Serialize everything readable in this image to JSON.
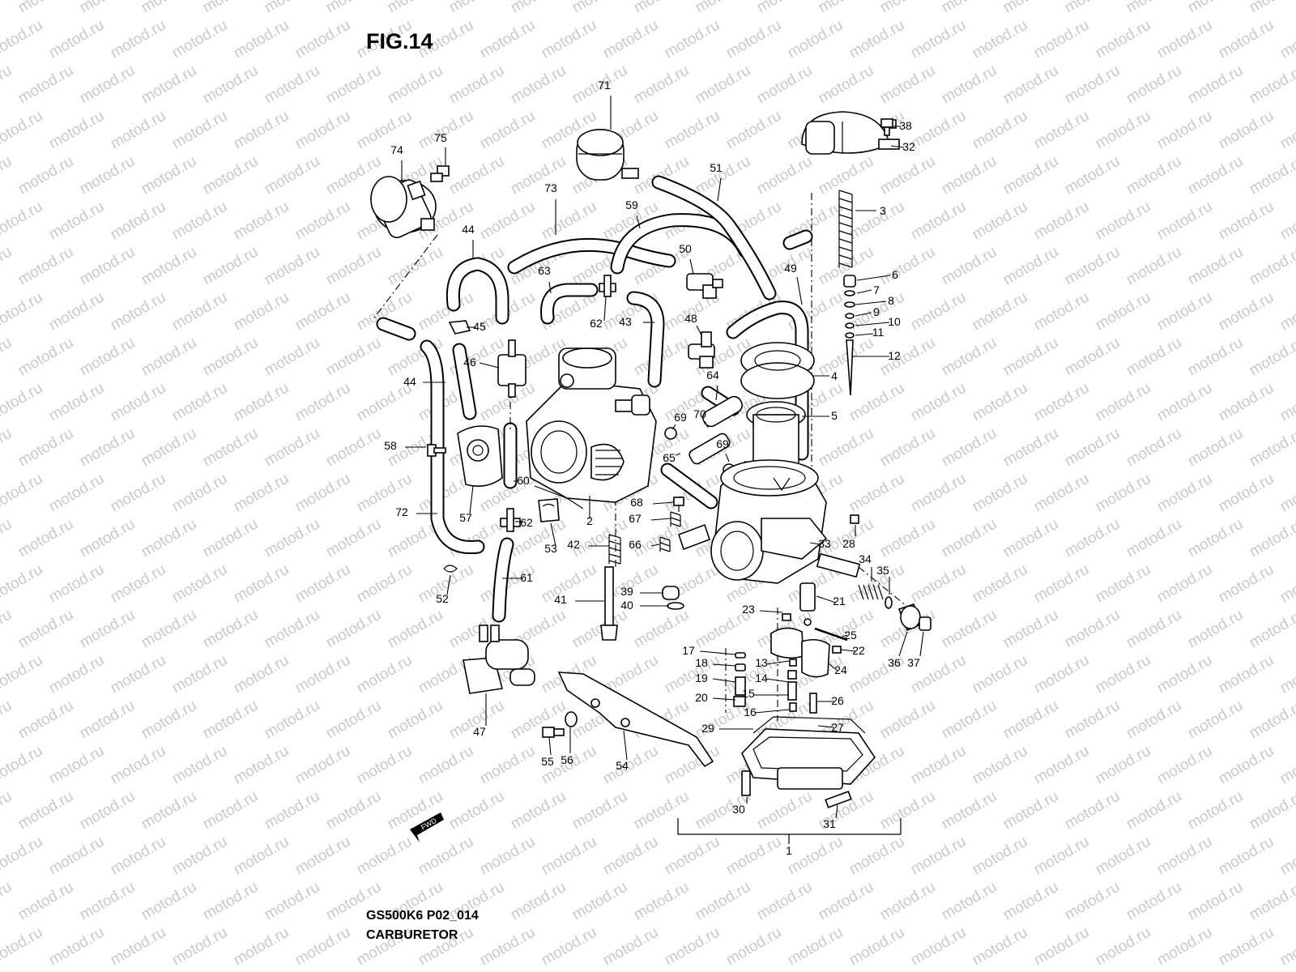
{
  "figure": {
    "title": "FIG.14",
    "code": "GS500K6 P02_014",
    "name": "CARBURETOR",
    "watermark": "motod.ru",
    "fwd_label": "FWD"
  },
  "callouts": [
    "1",
    "2",
    "3",
    "4",
    "5",
    "6",
    "7",
    "8",
    "9",
    "10",
    "11",
    "12",
    "13",
    "14",
    "15",
    "16",
    "17",
    "18",
    "19",
    "20",
    "21",
    "22",
    "23",
    "24",
    "25",
    "26",
    "27",
    "28",
    "29",
    "30",
    "31",
    "32",
    "33",
    "34",
    "35",
    "36",
    "37",
    "38",
    "39",
    "40",
    "41",
    "42",
    "43",
    "44",
    "44",
    "45",
    "46",
    "47",
    "48",
    "49",
    "50",
    "51",
    "52",
    "53",
    "54",
    "55",
    "56",
    "57",
    "58",
    "59",
    "60",
    "61",
    "62",
    "62",
    "63",
    "64",
    "65",
    "66",
    "67",
    "68",
    "69",
    "69",
    "70",
    "71",
    "72",
    "73",
    "74",
    "75"
  ]
}
